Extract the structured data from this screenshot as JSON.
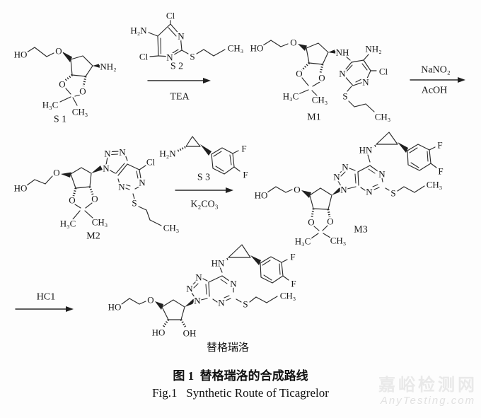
{
  "background": "#fdfdfd",
  "ink": "#2a2a2a",
  "molecules": {
    "s1": {
      "label": "S 1",
      "atoms": {
        "ho": "HO",
        "o_ether": "O",
        "nh2": "NH₂",
        "o1": "O",
        "o2": "O",
        "h3c": "H₃C",
        "ch3": "CH₃"
      }
    },
    "s2": {
      "label": "S 2",
      "atoms": {
        "cl_top": "Cl",
        "h2n": "H₂N",
        "cl_bottom": "Cl",
        "n_tr": "N",
        "n_b": "N",
        "s": "S",
        "ch3": "CH₃"
      }
    },
    "m1": {
      "label": "M1",
      "atoms": {
        "ho": "HO",
        "o_ether": "O",
        "nh": "NH",
        "nh2": "NH₂",
        "cl": "Cl",
        "n3": "N",
        "n1": "N",
        "s": "S",
        "ch3_propyl": "CH₃",
        "o1": "O",
        "o2": "O",
        "h3c": "H₃C",
        "ch3": "CH₃"
      }
    },
    "m2": {
      "label": "M2",
      "atoms": {
        "ho": "HO",
        "o_ether": "O",
        "n1": "N",
        "n2": "N",
        "n3": "N",
        "cl": "Cl",
        "n6": "N",
        "n4": "N",
        "s": "S",
        "ch3_propyl": "CH₃",
        "o1": "O",
        "o2": "O",
        "h3c": "H₃C",
        "ch3": "CH₃"
      }
    },
    "s3": {
      "label": "S 3",
      "atoms": {
        "h2n": "H₂N",
        "f1": "F",
        "f2": "F"
      }
    },
    "m3": {
      "label": "M3",
      "atoms": {
        "ho": "HO",
        "o_ether": "O",
        "hn": "HN",
        "n1": "N",
        "n2": "N",
        "n3": "N",
        "n6": "N",
        "n4": "N",
        "f1": "F",
        "f2": "F",
        "s": "S",
        "ch3_propyl": "CH₃",
        "o1": "O",
        "o2": "O",
        "h3c": "H₃C",
        "ch3": "CH₃"
      }
    },
    "product": {
      "label": "替格瑞洛",
      "atoms": {
        "ho": "HO",
        "o_ether": "O",
        "hn": "HN",
        "n1": "N",
        "n2": "N",
        "n3": "N",
        "n6": "N",
        "n4": "N",
        "f1": "F",
        "f2": "F",
        "s": "S",
        "ch3_propyl": "CH₃",
        "ho_diol": "HO",
        "oh_diol": "OH"
      }
    }
  },
  "reactions": {
    "step1": {
      "below": "TEA"
    },
    "step2": {
      "above": "NaNO₂",
      "below": "AcOH"
    },
    "step3": {
      "below": "K₂CO₃"
    },
    "step4": {
      "above": "HC1"
    }
  },
  "caption": {
    "zh": "图 1  替格瑞洛的合成路线",
    "en": "Fig.1   Synthetic Route of Ticagrelor"
  },
  "watermark": {
    "line1": "嘉峪检测网",
    "line2": "AnyTesting.com"
  }
}
